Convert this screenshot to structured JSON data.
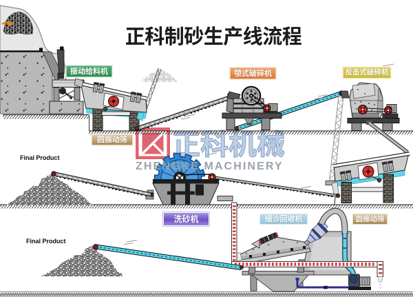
{
  "title": "正科制砂生产线流程",
  "labels": {
    "feeder": "振动给料机",
    "jaw_crusher": "颚式破碎机",
    "impact_crusher": "反击式破碎机",
    "screen_left": "圆振动筛",
    "sand_washer": "洗砂机",
    "fine_sand_recycler": "细沙回收机",
    "screen_right": "圆振动筛"
  },
  "annotations": {
    "final_product_1": "Final Product",
    "final_product_2": "Final Product"
  },
  "watermark": {
    "logo": "zhengke-square-monogram",
    "cn": "正科机械",
    "en": "ZHENGKE MACHINERY"
  },
  "colors": {
    "label_feeder_bg": "#3f9e62",
    "label_jaw_bg": "#e8854c",
    "label_impact_bg": "#d9c94e",
    "label_screen_bg": "#bd9a68",
    "label_washer_bg": "#7d5fd0",
    "label_recycler_bg": "#a9cfe3",
    "watermark_red": "#e06470",
    "watermark_blue": "#b6c8df",
    "belt_cyan": "#5ed7ea",
    "machine_red": "#e23030"
  }
}
